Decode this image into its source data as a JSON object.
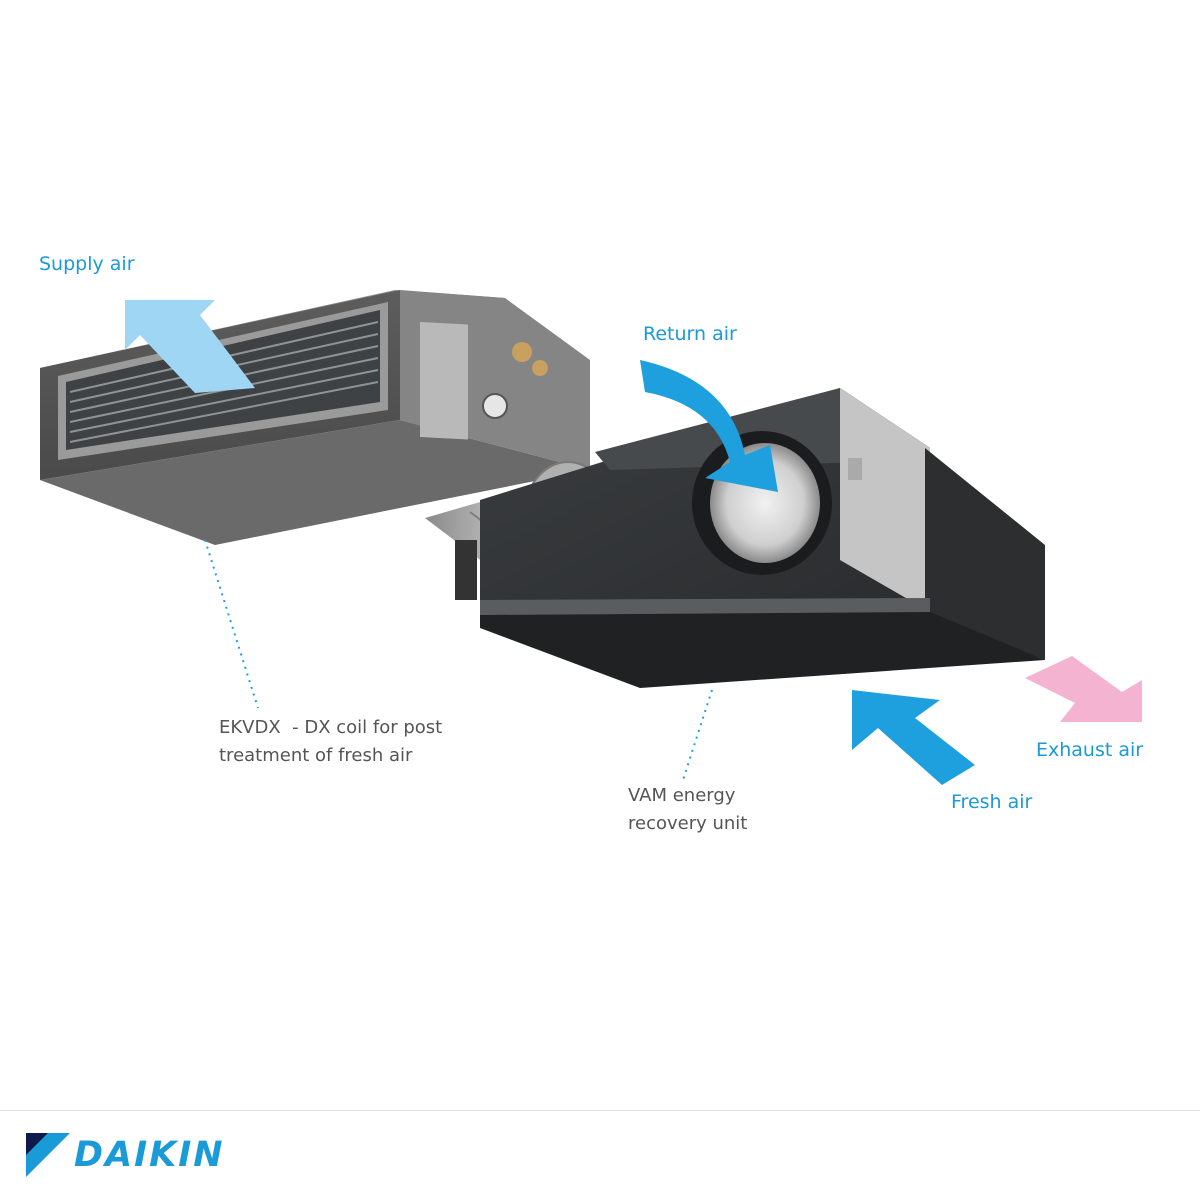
{
  "colors": {
    "accent_blue": "#1a9ad6",
    "arrow_light_blue": "#9fd6f3",
    "arrow_blue": "#1da0dd",
    "arrow_pink": "#f4b3d0",
    "caption_text": "#555555"
  },
  "labels": {
    "supply_air": "Supply air",
    "return_air": "Return air",
    "exhaust_air": "Exhaust air",
    "fresh_air": "Fresh air"
  },
  "components": {
    "coil_unit": {
      "caption_line1": "EKVDX  - DX coil for post",
      "caption_line2": "treatment of fresh air"
    },
    "vam_unit": {
      "caption_line1": "VAM energy",
      "caption_line2": "recovery unit"
    }
  },
  "brand": {
    "name": "DAIKIN",
    "logo_icon": "daikin-triangle-mark"
  }
}
